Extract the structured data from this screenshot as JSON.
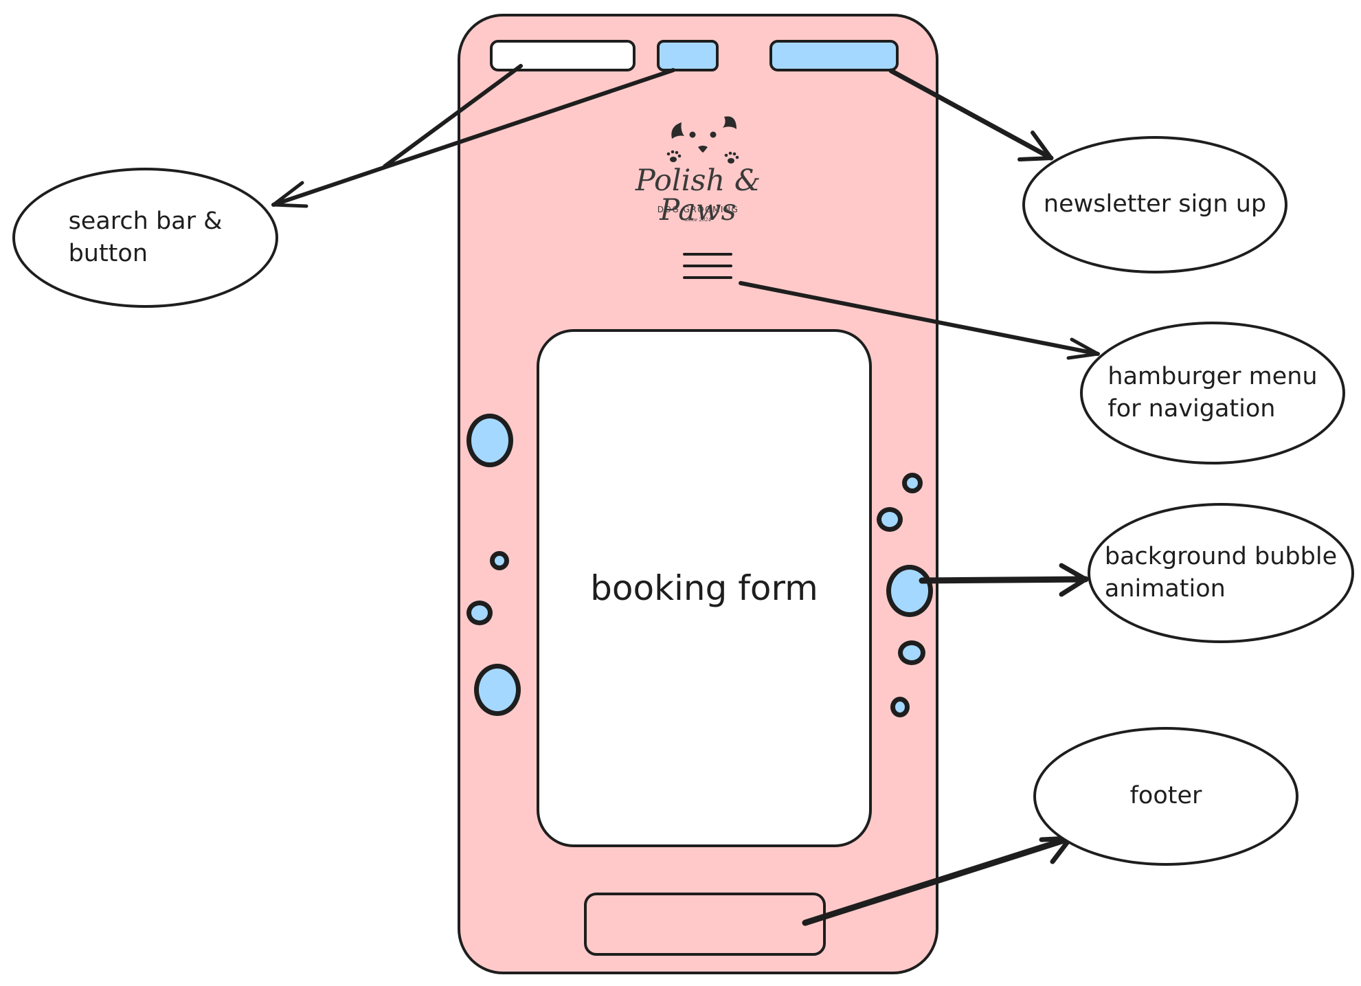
{
  "colors": {
    "phone_background": "#ffc9c9",
    "accent_blue": "#a5d8ff",
    "stroke": "#1e1e1e",
    "card_white": "#ffffff"
  },
  "logo": {
    "name": "Polish & Paws",
    "subtitle": "DOG GROOMING",
    "since": "since 2024"
  },
  "booking_form": {
    "label": "booking form"
  },
  "annotations": {
    "search": "search bar &\nbutton",
    "newsletter": "newsletter sign up",
    "hamburger": "hamburger menu\nfor navigation",
    "bubbles": "background bubble\nanimation",
    "footer": "footer"
  }
}
